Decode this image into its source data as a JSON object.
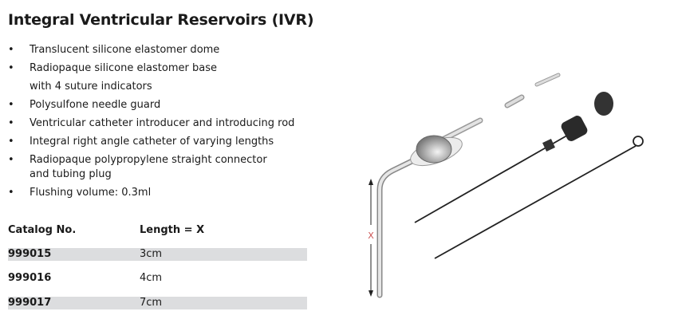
{
  "title": "Integral Ventricular Reservoirs (IVR)",
  "bullet_glyph": "•",
  "features": [
    {
      "lines": [
        "Translucent silicone elastomer dome"
      ]
    },
    {
      "lines": [
        "Radiopaque silicone elastomer base",
        "with 4 suture indicators"
      ]
    },
    {
      "lines": [
        "Polysulfone needle guard"
      ]
    },
    {
      "lines": [
        "Ventricular catheter introducer and introducing rod"
      ]
    },
    {
      "lines": [
        "Integral right angle catheter of varying lengths"
      ]
    },
    {
      "lines": [
        "Radiopaque polypropylene straight connector",
        "and tubing plug"
      ]
    },
    {
      "lines": [
        "Flushing volume: 0.3ml"
      ]
    }
  ],
  "table": {
    "headers": [
      "Catalog No.",
      "Length = X"
    ],
    "rows": [
      [
        "999015",
        "3cm"
      ],
      [
        "999016",
        "4cm"
      ],
      [
        "999017",
        "7cm"
      ]
    ]
  },
  "illustration": {
    "dimension_label": "X"
  }
}
